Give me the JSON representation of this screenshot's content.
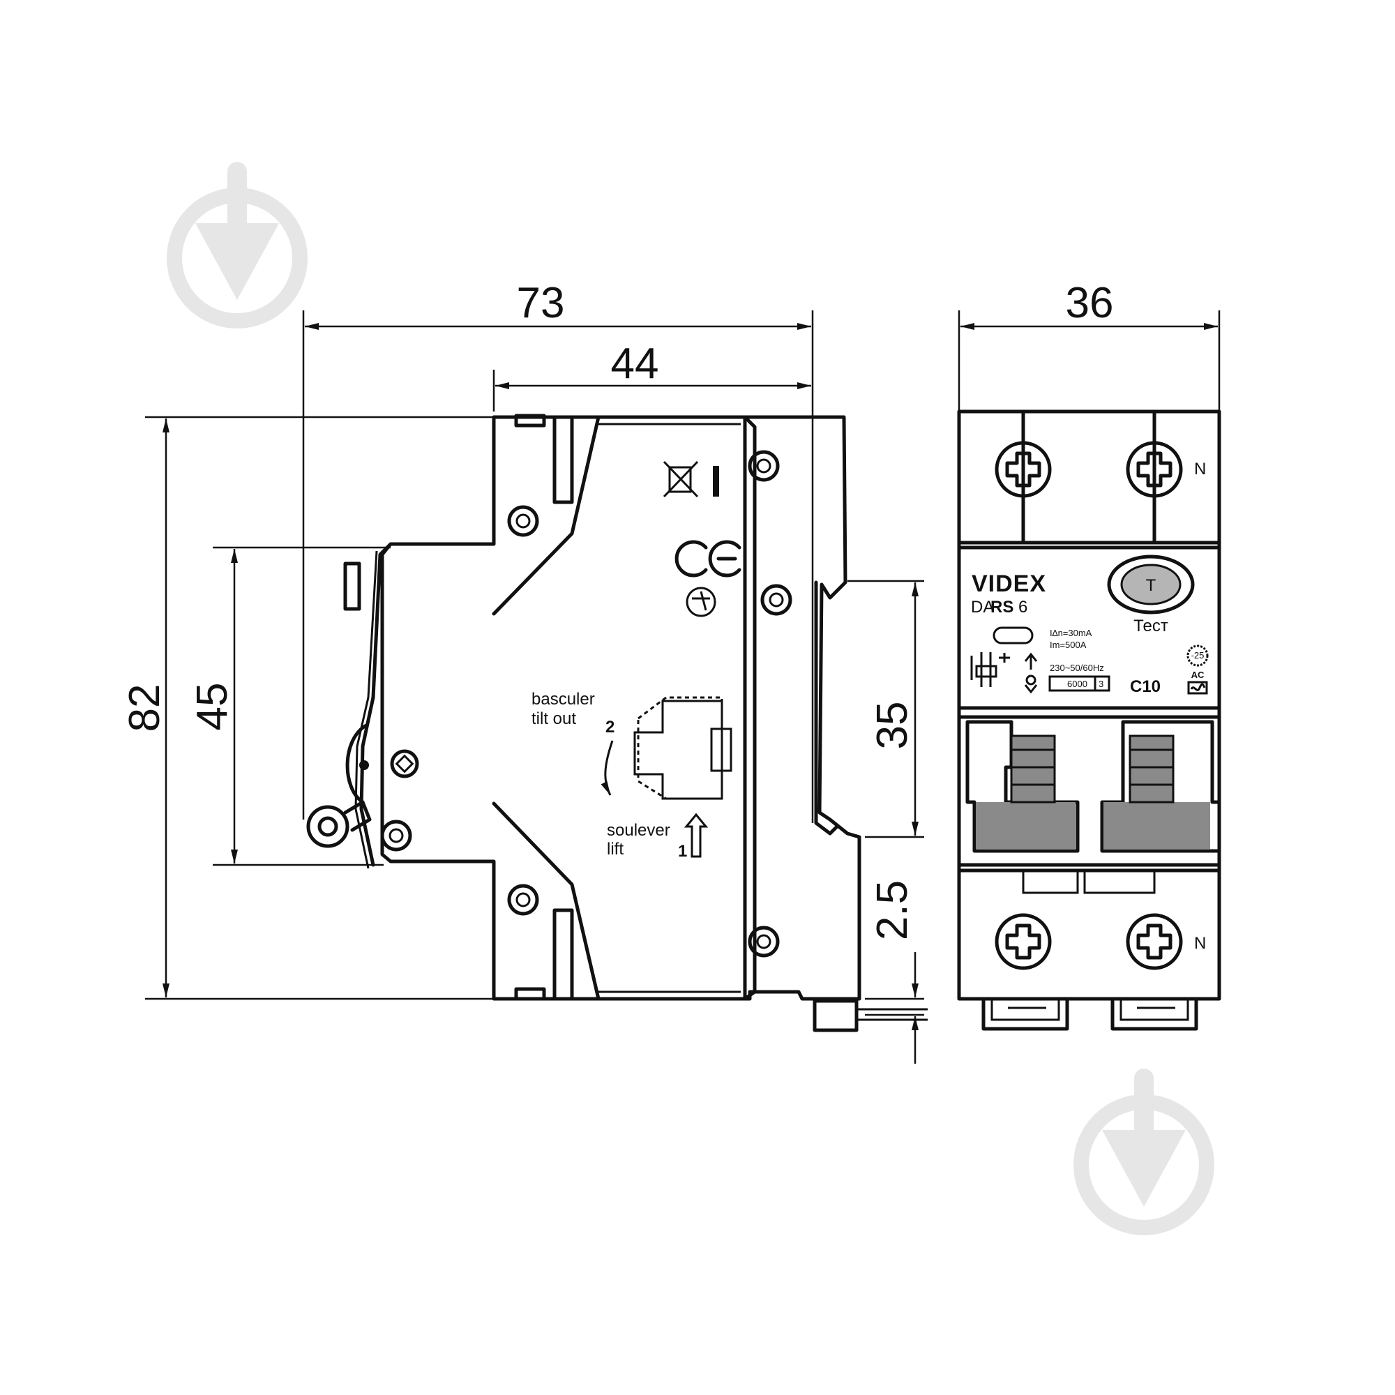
{
  "dimensions": {
    "overall_width": "73",
    "body_width": "44",
    "front_width": "36",
    "height": "82",
    "front_height": "45",
    "rail_height": "35",
    "rail_thickness": "2.5"
  },
  "side_labels": {
    "tilt_fr": "basculer",
    "tilt_en": "tilt out",
    "lift_fr": "soulever",
    "lift_en": "lift",
    "step_2": "2",
    "step_1": "1"
  },
  "front_panel": {
    "brand": "VIDEX",
    "model_prefix": "DA",
    "model_series": "RS",
    "model_suffix": "6",
    "test_button": "T",
    "test_label": "Тест",
    "residual_current": "I∆n=30mA",
    "making_current": "Im=500A",
    "voltage": "230~50/60Hz",
    "breaking_capacity": "6000",
    "energy_class": "3",
    "rating": "C10",
    "temp_mark": "-25",
    "type_ac": "AC",
    "neutral_top": "N",
    "neutral_bottom": "N"
  }
}
